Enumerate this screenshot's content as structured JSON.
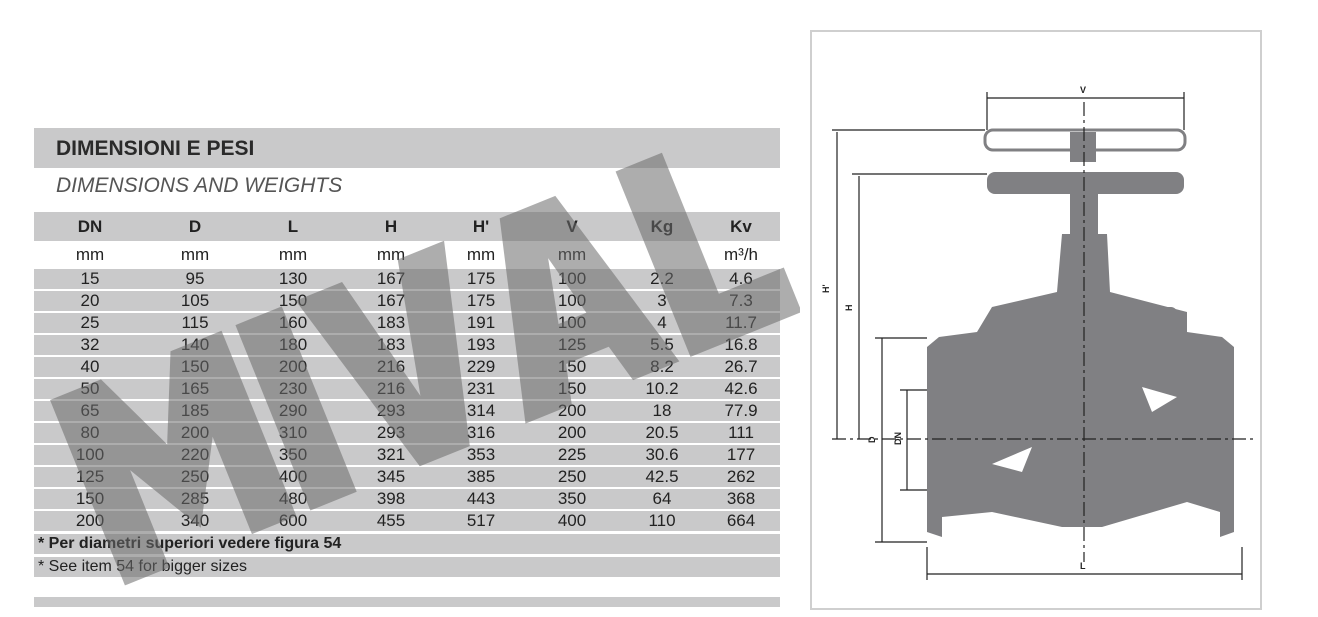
{
  "section": {
    "title": "DIMENSIONI E PESI",
    "subtitle": "DIMENSIONS AND WEIGHTS"
  },
  "table": {
    "headers": [
      "DN",
      "D",
      "L",
      "H",
      "H'",
      "V",
      "Kg",
      "Kv"
    ],
    "units": [
      "mm",
      "mm",
      "mm",
      "mm",
      "mm",
      "mm",
      "",
      "m³/h"
    ],
    "rows": [
      [
        "15",
        "95",
        "130",
        "167",
        "175",
        "100",
        "2.2",
        "4.6"
      ],
      [
        "20",
        "105",
        "150",
        "167",
        "175",
        "100",
        "3",
        "7.3"
      ],
      [
        "25",
        "115",
        "160",
        "183",
        "191",
        "100",
        "4",
        "11.7"
      ],
      [
        "32",
        "140",
        "180",
        "183",
        "193",
        "125",
        "5.5",
        "16.8"
      ],
      [
        "40",
        "150",
        "200",
        "216",
        "229",
        "150",
        "8.2",
        "26.7"
      ],
      [
        "50",
        "165",
        "230",
        "216",
        "231",
        "150",
        "10.2",
        "42.6"
      ],
      [
        "65",
        "185",
        "290",
        "293",
        "314",
        "200",
        "18",
        "77.9"
      ],
      [
        "80",
        "200",
        "310",
        "293",
        "316",
        "200",
        "20.5",
        "111"
      ],
      [
        "100",
        "220",
        "350",
        "321",
        "353",
        "225",
        "30.6",
        "177"
      ],
      [
        "125",
        "250",
        "400",
        "345",
        "385",
        "250",
        "42.5",
        "262"
      ],
      [
        "150",
        "285",
        "480",
        "398",
        "443",
        "350",
        "64",
        "368"
      ],
      [
        "200",
        "340",
        "600",
        "455",
        "517",
        "400",
        "110",
        "664"
      ]
    ]
  },
  "notes": {
    "it": "* Per diametri superiori vedere figura 54",
    "en": "* See item 54 for bigger sizes"
  },
  "watermark": "MIVAL",
  "drawing": {
    "labels": {
      "v": "V",
      "h_prime": "H'",
      "h": "H",
      "d": "D",
      "dn": "DN",
      "l": "L"
    }
  }
}
